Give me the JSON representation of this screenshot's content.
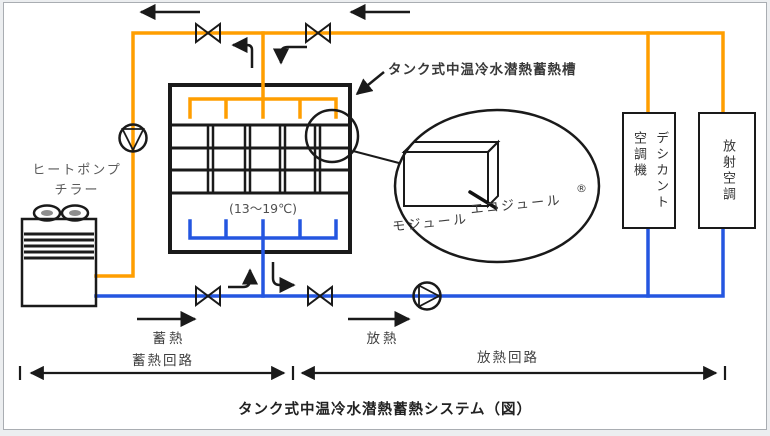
{
  "colors": {
    "orange": "#ff9e00",
    "blue": "#2456e0",
    "line": "#1a1a1a",
    "module_magenta": "#c316c9"
  },
  "diagram": {
    "tank_callout": "タンク式中温冷水潜熱蓄熱槽",
    "tank_temperature": "(13〜19℃)",
    "chiller_label": "ヒートポンプ\nチラー",
    "module": {
      "name": "エコジュール",
      "registered_mark": "®",
      "sub_label": "モジュール"
    },
    "units": {
      "desiccant": "デシカント\n空調機",
      "radiant": "放射空調"
    },
    "flows": {
      "charge": "蓄熱",
      "discharge": "放熱"
    },
    "circuits": {
      "charge_circuit": "蓄熱回路",
      "discharge_circuit": "放熱回路"
    },
    "caption": "タンク式中温冷水潜熱蓄熱システム（図）"
  },
  "icons": {
    "valve": "bowtie-valve-icon",
    "pump_down": "pump-circle-triangle-down",
    "pump_right": "pump-circle-triangle-right",
    "magnifier": "detail-zoom-circle",
    "flow_arrows": "black-direction-arrows"
  }
}
